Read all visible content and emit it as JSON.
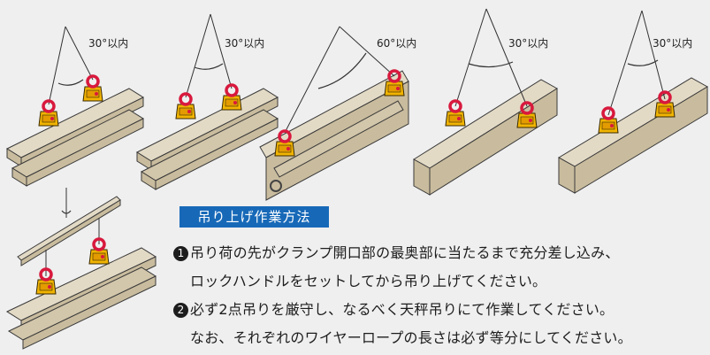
{
  "diagram": {
    "angle_labels": [
      "30°以内",
      "30°以内",
      "60°以内",
      "30°以内",
      "30°以内"
    ]
  },
  "instructions": {
    "title": "吊り上げ作業方法",
    "items": [
      {
        "number": "1",
        "lines": [
          "吊り荷の先がクランプ開口部の最奥部に当たるまで充分差し込み、",
          "ロックハンドルをセットしてから吊り上げてください。"
        ]
      },
      {
        "number": "2",
        "lines": [
          "必ず2点吊りを厳守し、なるべく天秤吊りにて作業してください。",
          "なお、それぞれのワイヤーロープの長さは必ず等分にしてください。"
        ]
      }
    ]
  },
  "colors": {
    "beam_top": "#e3dac6",
    "beam_side": "#c9bc9e",
    "beam_outline": "#3a3a3a",
    "clamp_yellow": "#f1b400",
    "clamp_red": "#d8193d",
    "title_bg": "#1769b8"
  }
}
